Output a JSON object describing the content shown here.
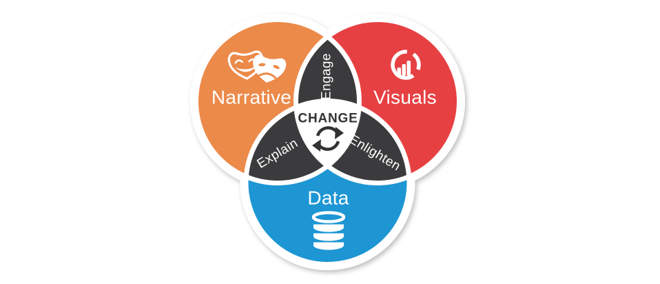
{
  "diagram": {
    "type": "venn-3",
    "center": {
      "label": "CHANGE",
      "icon": "sync-arrows-icon"
    },
    "circles": [
      {
        "id": "narrative",
        "label": "Narrative",
        "icon": "theater-masks-icon",
        "color": "#EC8A4A"
      },
      {
        "id": "visuals",
        "label": "Visuals",
        "icon": "donut-bar-chart-icon",
        "color": "#E74043"
      },
      {
        "id": "data",
        "label": "Data",
        "icon": "database-icon",
        "color": "#1D96D3"
      }
    ],
    "overlaps": [
      {
        "id": "engage",
        "label": "Engage",
        "between": [
          "Narrative",
          "Visuals"
        ]
      },
      {
        "id": "explain",
        "label": "Explain",
        "between": [
          "Narrative",
          "Data"
        ]
      },
      {
        "id": "enlighten",
        "label": "Enlighten",
        "between": [
          "Visuals",
          "Data"
        ]
      }
    ],
    "colors": {
      "narrative": "#EC8A4A",
      "visuals": "#E74043",
      "data": "#1D96D3",
      "overlap": "#3B3B3D",
      "center_text": "#333333",
      "label_text": "#FFFFFF",
      "background": "#FFFFFF"
    }
  }
}
